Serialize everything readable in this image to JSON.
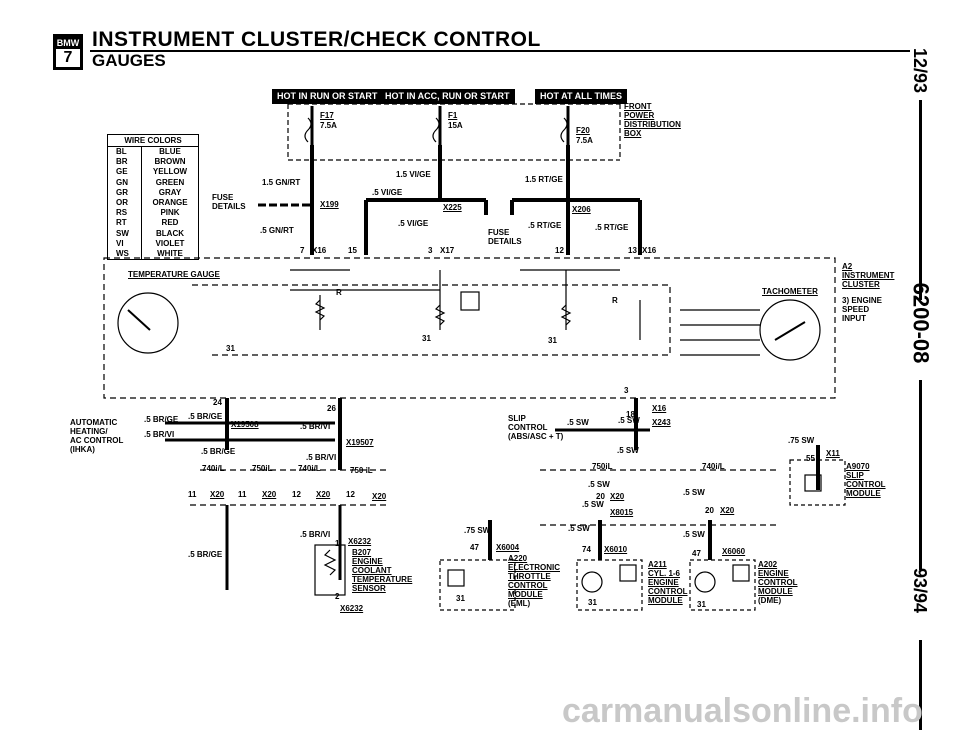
{
  "header": {
    "logo_text": "BMW",
    "logo_number": "7",
    "title": "INSTRUMENT CLUSTER/CHECK CONTROL",
    "subtitle": "GAUGES",
    "date_left": "12/93",
    "doc_code": "6200-08",
    "date_right": "93/94"
  },
  "hot_tags": [
    "HOT IN RUN OR START",
    "HOT IN ACC, RUN OR START",
    "HOT AT ALL TIMES"
  ],
  "wire_colors": {
    "title": "WIRE COLORS",
    "rows": [
      [
        "BL",
        "BLUE"
      ],
      [
        "BR",
        "BROWN"
      ],
      [
        "GE",
        "YELLOW"
      ],
      [
        "GN",
        "GREEN"
      ],
      [
        "GR",
        "GRAY"
      ],
      [
        "OR",
        "ORANGE"
      ],
      [
        "RS",
        "PINK"
      ],
      [
        "RT",
        "RED"
      ],
      [
        "SW",
        "BLACK"
      ],
      [
        "VI",
        "VIOLET"
      ],
      [
        "WS",
        "WHITE"
      ]
    ]
  },
  "fuse_box": {
    "f17": "F17",
    "f17_amp": "7.5A",
    "f1": "F1",
    "f1_amp": "15A",
    "f20": "F20",
    "f20_amp": "7.5A",
    "label_lines": [
      "FRONT",
      "POWER",
      "DISTRIBUTION",
      "BOX"
    ]
  },
  "fuse_details_left": [
    "FUSE",
    "DETAILS"
  ],
  "fuse_details_center": [
    "FUSE",
    "DETAILS"
  ],
  "wire_labels": {
    "gn_rt_1": "1.5 GN/RT",
    "gn_rt_2": ".5 GN/RT",
    "vi_ge_1": "1.5 VI/GE",
    "vi_ge_2": ".5 VI/GE",
    "vi_ge_3": ".5 VI/GE",
    "rt_ge_1": "1.5 RT/GE",
    "rt_ge_2": ".5 RT/GE",
    "rt_ge_3": ".5 RT/GE",
    "br_ge_1": ".5 BR/GE",
    "br_ge_2": ".5 BR/GE",
    "br_ge_3": ".5 BR/GE",
    "br_ge_4": ".5 BR/GE",
    "br_vi_1": ".5 BR/VI",
    "br_vi_2": ".5 BR/VI",
    "br_vi_3": ".5 BR/VI",
    "br_vi_4": ".5 BR/VI",
    "sw_1": ".5 SW",
    "sw_2": ".5 SW",
    "sw_3": ".5 SW",
    "sw_4": ".75 SW",
    "sw_5": ".5 SW",
    "sw_6": ".5 SW",
    "sw_7": ".5 SW",
    "sw_8": ".75 SW",
    "sw_9": ".5 SW",
    "sw_10": ".5 SW"
  },
  "connectors": {
    "x199": "X199",
    "x225": "X225",
    "x206": "X206",
    "x16a": "X16",
    "x17": "X17",
    "x16b": "X16",
    "x16c": "X16",
    "x19508": "X19508",
    "x19507": "X19507",
    "x243": "X243",
    "x20a": "X20",
    "x20b": "X20",
    "x20c": "X20",
    "x20d": "X20",
    "x20e": "X20",
    "x20f": "X20",
    "x8015": "X8015",
    "x6232a": "X6232",
    "x6232b": "X6232",
    "x6004": "X6004",
    "x6010": "X6010",
    "x6060": "X6060",
    "x11": "X11"
  },
  "pins": {
    "p7": "7",
    "p15": "15",
    "p3": "3",
    "p12": "12",
    "p13": "13",
    "p24": "24",
    "p26": "26",
    "p18": "18",
    "p3b": "3",
    "p11a": "11",
    "p11b": "11",
    "p12a": "12",
    "p12b": "12",
    "p1": "1",
    "p2": "2",
    "p47a": "47",
    "p74": "74",
    "p47b": "47",
    "p20a": "20",
    "p20b": "20",
    "p55": "55",
    "g31a": "31",
    "g31b": "31",
    "g31c": "31",
    "g31d": "31",
    "g31e": "31",
    "g31f": "31",
    "r1": "R",
    "r2": "R"
  },
  "variants": {
    "v1": "740i/L",
    "v2": "750iL",
    "v3": "740i/L",
    "v4": "750 iL",
    "v5": "750iL",
    "v6": "740i/L"
  },
  "components": {
    "temp_gauge": "TEMPERATURE GAUGE",
    "tachometer": "TACHOMETER",
    "a2": [
      "A2",
      "INSTRUMENT",
      "CLUSTER"
    ],
    "a2_note": [
      "3) ENGINE",
      "SPEED",
      "INPUT"
    ],
    "automatic_hvac": [
      "AUTOMATIC",
      "HEATING/",
      "AC CONTROL",
      "(IHKA)"
    ],
    "slip_control": [
      "SLIP",
      "CONTROL",
      "(ABS/ASC + T)"
    ],
    "a9070": [
      "A9070",
      "SLIP",
      "CONTROL",
      "MODULE"
    ],
    "b207": [
      "B207",
      "ENGINE",
      "COOLANT",
      "TEMPERATURE",
      "SENSOR"
    ],
    "a220": [
      "A220",
      "ELECTRONIC",
      "THROTTLE",
      "CONTROL",
      "MODULE",
      "(EML)"
    ],
    "a211": [
      "A211",
      "CYL. 1-6",
      "ENGINE",
      "CONTROL",
      "MODULE"
    ],
    "a202": [
      "A202",
      "ENGINE",
      "CONTROL",
      "MODULE",
      "(DME)"
    ]
  },
  "watermark": "carmanualsonline.info",
  "colors": {
    "ink": "#000000",
    "paper": "#ffffff",
    "watermark": "#c8c8c8"
  }
}
